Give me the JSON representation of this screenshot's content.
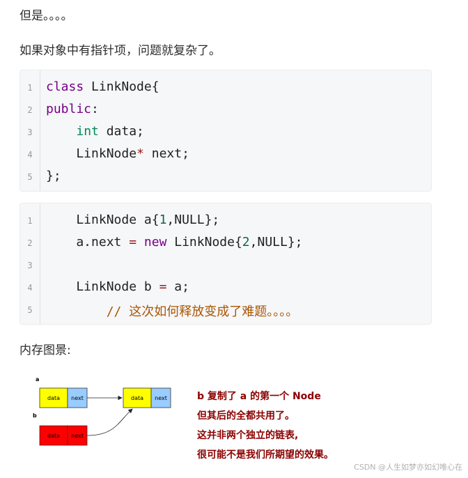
{
  "intro": "但是。。。。",
  "para2": "如果对象中有指针项，问题就复杂了。",
  "code1": {
    "lines": [
      {
        "n": "1",
        "t": "class LinkNode{"
      },
      {
        "n": "2",
        "t": "public:"
      },
      {
        "n": "3",
        "t": "    int data;"
      },
      {
        "n": "4",
        "t": "    LinkNode* next;"
      },
      {
        "n": "5",
        "t": "};"
      }
    ]
  },
  "code2": {
    "lines": [
      {
        "n": "1",
        "t": "    LinkNode a{1,NULL};"
      },
      {
        "n": "2",
        "t": "    a.next = new LinkNode{2,NULL};"
      },
      {
        "n": "3",
        "t": ""
      },
      {
        "n": "4",
        "t": "    LinkNode b = a;"
      },
      {
        "n": "5",
        "t": "    // 这次如何释放变成了难题。。。。"
      }
    ]
  },
  "memory_title": "内存图景:",
  "diagram": {
    "label_a": "a",
    "label_b": "b",
    "box_data": "data",
    "box_next": "next",
    "colors": {
      "yellow": "#ffff00",
      "blue": "#99ccff",
      "red": "#ff0000"
    }
  },
  "notes": [
    "b 复制了 a 的第一个 Node",
    "但其后的全都共用了。",
    "这并非两个独立的链表,",
    "很可能不是我们所期望的效果。"
  ],
  "watermark": "CSDN @人生如梦亦如幻唯心在"
}
